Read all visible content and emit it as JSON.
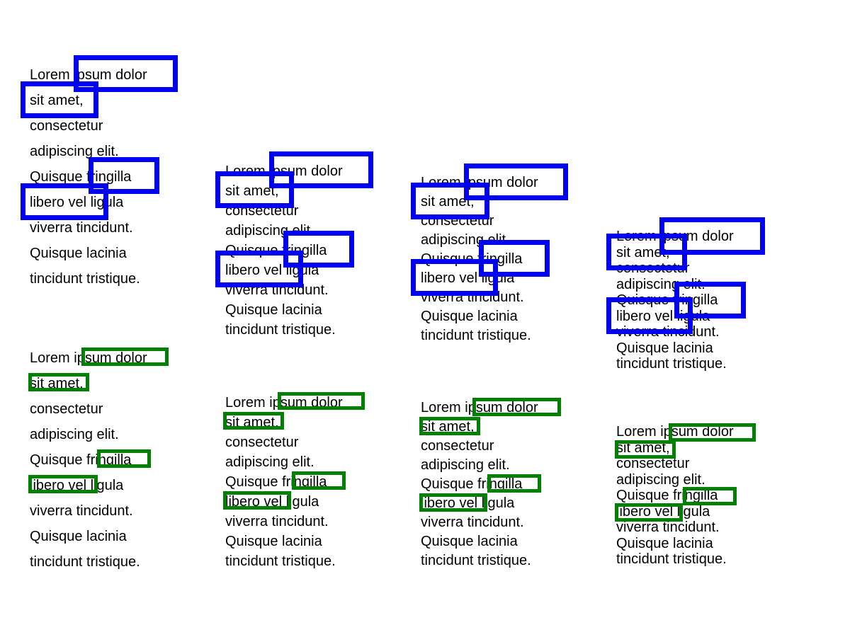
{
  "text_lines": [
    "Lorem ipsum dolor",
    "sit amet,",
    "consectetur",
    "adipiscing elit.",
    "Quisque fringilla",
    "libero vel ligula",
    "viverra tincidunt.",
    "Quisque lacinia",
    "tincidunt tristique."
  ],
  "blocks": [
    {
      "lines": [
        "Lorem ipsum dolor",
        "sit amet,",
        "consectetur",
        "adipiscing elit.",
        "Quisque fringilla",
        "libero vel ligula",
        "viverra tincidunt.",
        "Quisque lacinia",
        "tincidunt tristique."
      ]
    },
    {
      "lines": [
        "Lorem ipsum dolor",
        "sit amet,",
        "consectetur",
        "adipiscing elit.",
        "Quisque fringilla",
        "libero vel ligula",
        "viverra tincidunt.",
        "Quisque lacinia",
        "tincidunt tristique."
      ]
    },
    {
      "lines": [
        "Lorem ipsum dolor",
        "sit amet,",
        "consectetur",
        "adipiscing elit.",
        "Quisque fringilla",
        "libero vel ligula",
        "viverra tincidunt.",
        "Quisque lacinia",
        "tincidunt tristique."
      ]
    },
    {
      "lines": [
        "Lorem ipsum dolor",
        "sit amet,",
        "consectetur",
        "adipiscing elit.",
        "Quisque fringilla",
        "libero vel ligula",
        "viverra tincidunt.",
        "Quisque lacinia",
        "tincidunt tristique."
      ]
    },
    {
      "lines": [
        "Lorem ipsum dolor",
        "sit amet,",
        "consectetur",
        "adipiscing elit.",
        "Quisque fringilla",
        "libero vel ligula",
        "viverra tincidunt.",
        "Quisque lacinia",
        "tincidunt tristique."
      ]
    },
    {
      "lines": [
        "Lorem ipsum dolor",
        "sit amet,",
        "consectetur",
        "adipiscing elit.",
        "Quisque fringilla",
        "libero vel ligula",
        "viverra tincidunt.",
        "Quisque lacinia",
        "tincidunt tristique."
      ]
    },
    {
      "lines": [
        "Lorem ipsum dolor",
        "sit amet,",
        "consectetur",
        "adipiscing elit.",
        "Quisque fringilla",
        "libero vel ligula",
        "viverra tincidunt.",
        "Quisque lacinia",
        "tincidunt tristique."
      ]
    },
    {
      "lines": [
        "Lorem ipsum dolor",
        "sit amet,",
        "consectetur",
        "adipiscing elit.",
        "Quisque fringilla",
        "libero vel ligula",
        "viverra tincidunt.",
        "Quisque lacinia",
        "tincidunt tristique."
      ]
    }
  ],
  "colors": {
    "text": "#000000",
    "highlight_outline_blue": "#0000f0",
    "highlight_outline_green": "#008000",
    "background": "#ffffff"
  }
}
